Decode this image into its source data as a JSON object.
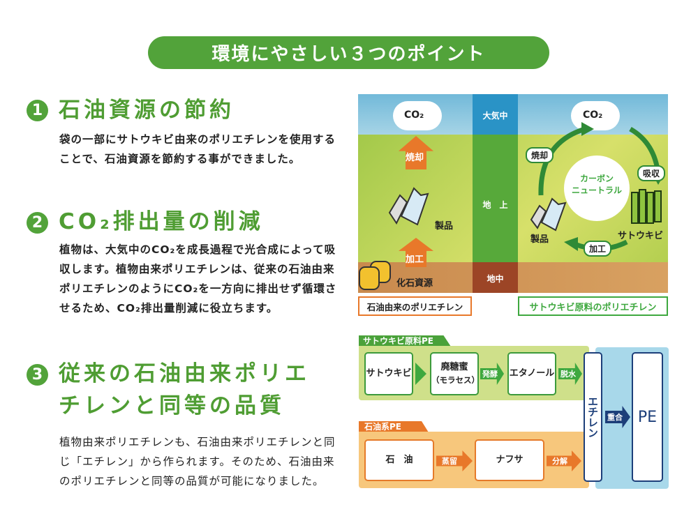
{
  "title": "環境にやさしい３つのポイント",
  "points": [
    {
      "number": "1",
      "heading": "石油資源の節約",
      "body": "袋の一部にサトウキビ由来のポリエチレンを使用することで、石油資源を節約する事ができました。"
    },
    {
      "number": "2",
      "heading": "CO₂排出量の削減",
      "body": "植物は、大気中のCO₂を成長過程で光合成によって吸収します。植物由来ポリエチレンは、従来の石油由来ポリエチレンのようにCO₂を一方向に排出せず循環させるため、CO₂排出量削減に役立ちます。"
    },
    {
      "number": "3",
      "heading_line1": "従来の石油由来ポリエ",
      "heading_line2": "チレンと同等の品質",
      "body": "植物由来ポリエチレンも、石油由来ポリエチレンと同じ「エチレン」から作られます。そのため、石油由来のポリエチレンと同等の品質が可能になりました。"
    }
  ],
  "cycle_diagram": {
    "layers": {
      "sky": "大気中",
      "ground": "地　上",
      "underground": "地中"
    },
    "left": {
      "cloud": "CO₂",
      "burn": "焼却",
      "product": "製品",
      "process": "加工",
      "fossil": "化石資源",
      "caption": "石油由来のポリエチレン"
    },
    "right": {
      "cloud": "CO₂",
      "burn": "焼却",
      "absorb": "吸収",
      "center_line1": "カーボン",
      "center_line2": "ニュートラル",
      "plant": "サトウキビ",
      "product": "製品",
      "process": "加工",
      "caption": "サトウキビ原料のポリエチレン"
    }
  },
  "flow": {
    "sugar": {
      "tab": "サトウキビ原料PE",
      "step1": "サトウキビ",
      "step2_line1": "廃糖蜜",
      "step2_line2": "（モラセス）",
      "arrow2": "発酵",
      "step3": "エタノール",
      "arrow3": "脱水"
    },
    "oil": {
      "tab": "石油系PE",
      "step1": "石　油",
      "arrow1": "蒸留",
      "step2": "ナフサ",
      "arrow2": "分解"
    },
    "ethylene": "エチレン",
    "polymerize": "重合",
    "result": "PE"
  },
  "colors": {
    "green": "#52a33a",
    "orange": "#e8782a",
    "navy": "#1d3f7a",
    "lightblue": "#a8d8ea"
  }
}
